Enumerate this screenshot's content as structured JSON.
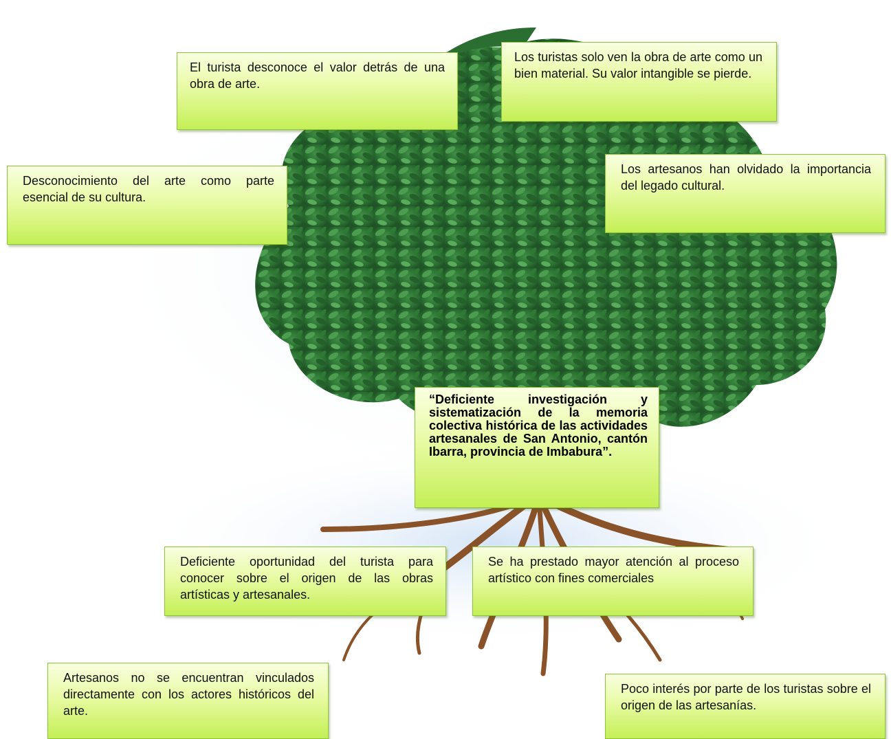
{
  "diagram": {
    "type": "problem-tree",
    "central_problem": "“Deficiente investigación y sistematización de la memoria colectiva histórica de las actividades artesanales de San Antonio, cantón Ibarra, provincia de Imbabura”.",
    "effects": [
      "El turista desconoce el valor detrás de una obra de arte.",
      "Los turistas solo ven la obra de arte como un bien material. Su valor intangible se pierde.",
      "Desconocimiento del arte como parte esencial de su cultura.",
      "Los artesanos han olvidado la importancia del legado cultural."
    ],
    "causes": [
      "Deficiente oportunidad del turista para conocer sobre el origen de las obras artísticas y artesanales.",
      "Se ha prestado mayor atención al proceso artístico con fines comerciales",
      "Artesanos no se encuentran vinculados directamente con los actores históricos del arte.",
      "Poco interés por parte de los turistas sobre el origen de las artesanías."
    ],
    "colors": {
      "box_fill_top": "#f8ffe0",
      "box_fill_bottom": "#c4ef55",
      "box_border": "#8cc43c",
      "foliage": "#2f7a35",
      "trunk": "#8a5228"
    }
  }
}
